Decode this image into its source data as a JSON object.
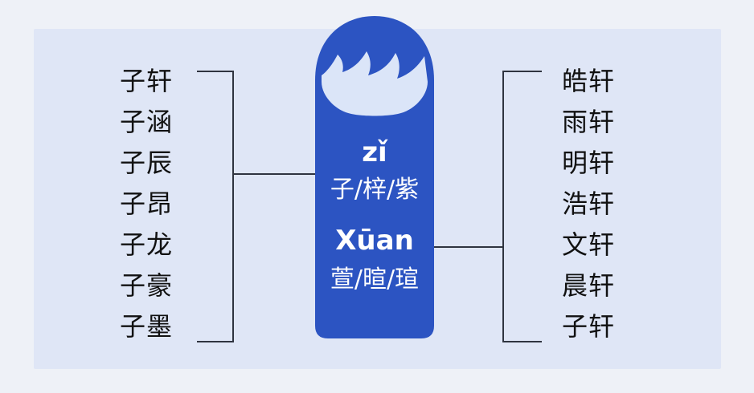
{
  "left_names": [
    "子轩",
    "子涵",
    "子辰",
    "子昂",
    "子龙",
    "子豪",
    "子墨"
  ],
  "right_names": [
    "皓轩",
    "雨轩",
    "明轩",
    "浩轩",
    "文轩",
    "晨轩",
    "子轩"
  ],
  "tag": {
    "first_pinyin": "zǐ",
    "first_chars": "子/梓/紫",
    "second_pinyin": "Xūan",
    "second_chars": "萱/暄/瑄"
  },
  "colors": {
    "tag_blue": "#2c54c2",
    "tag_light": "#dbe5f8",
    "line": "#2f3440"
  }
}
